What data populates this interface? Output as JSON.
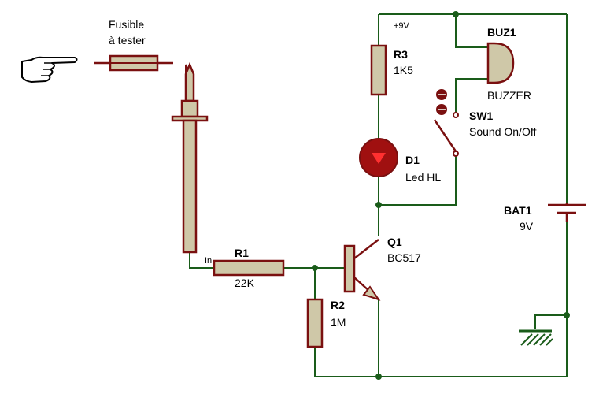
{
  "fuse": {
    "label_line1": "Fusible",
    "label_line2": "à tester"
  },
  "net_in": "In",
  "net_vcc": "+9V",
  "r1": {
    "ref": "R1",
    "value": "22K"
  },
  "r2": {
    "ref": "R2",
    "value": "1M"
  },
  "r3": {
    "ref": "R3",
    "value": "1K5"
  },
  "q1": {
    "ref": "Q1",
    "value": "BC517"
  },
  "d1": {
    "ref": "D1",
    "value": "Led HL"
  },
  "sw1": {
    "ref": "SW1",
    "value": "Sound On/Off"
  },
  "buz1": {
    "ref": "BUZ1",
    "value": "BUZZER"
  },
  "bat1": {
    "ref": "BAT1",
    "value": "9V"
  },
  "colors": {
    "wire": "#1a5c1a",
    "component_outline": "#7a1010",
    "component_fill": "#cfc8a8",
    "led_red": "#a01010"
  },
  "icons": [
    "pointing-hand-icon",
    "ground-icon"
  ]
}
